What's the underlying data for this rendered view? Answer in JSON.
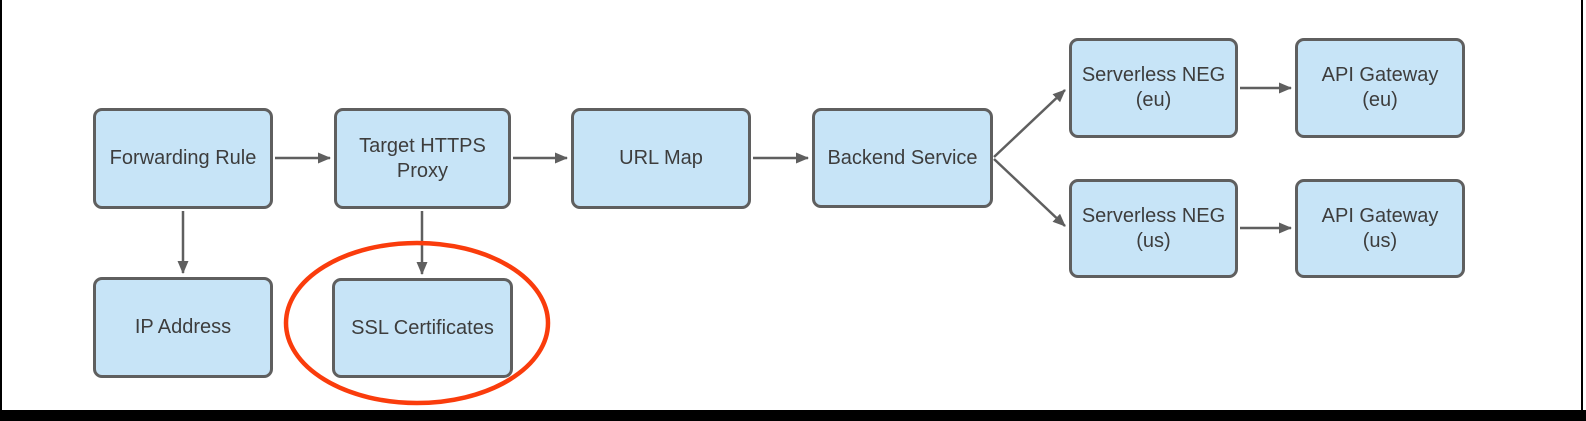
{
  "colors": {
    "node_fill": "#c7e4f7",
    "node_border": "#5f5f5f",
    "connector": "#5f5f5f",
    "text": "#3d3d3d",
    "highlight": "#fa3c0c",
    "frame": "#000000"
  },
  "diagram": {
    "nodes": [
      {
        "id": "forwarding-rule",
        "lines": [
          "Forwarding Rule"
        ]
      },
      {
        "id": "target-https-proxy",
        "lines": [
          "Target HTTPS",
          "Proxy"
        ]
      },
      {
        "id": "url-map",
        "lines": [
          "URL Map"
        ]
      },
      {
        "id": "backend-service",
        "lines": [
          "Backend Service"
        ]
      },
      {
        "id": "serverless-neg-eu",
        "lines": [
          "Serverless NEG",
          "(eu)"
        ]
      },
      {
        "id": "api-gateway-eu",
        "lines": [
          "API Gateway",
          "(eu)"
        ]
      },
      {
        "id": "serverless-neg-us",
        "lines": [
          "Serverless NEG",
          "(us)"
        ]
      },
      {
        "id": "api-gateway-us",
        "lines": [
          "API Gateway",
          "(us)"
        ]
      },
      {
        "id": "ip-address",
        "lines": [
          "IP Address"
        ]
      },
      {
        "id": "ssl-certificates",
        "lines": [
          "SSL Certificates"
        ]
      }
    ],
    "edges": [
      {
        "from": "forwarding-rule",
        "to": "target-https-proxy"
      },
      {
        "from": "target-https-proxy",
        "to": "url-map"
      },
      {
        "from": "url-map",
        "to": "backend-service"
      },
      {
        "from": "backend-service",
        "to": "serverless-neg-eu"
      },
      {
        "from": "backend-service",
        "to": "serverless-neg-us"
      },
      {
        "from": "serverless-neg-eu",
        "to": "api-gateway-eu"
      },
      {
        "from": "serverless-neg-us",
        "to": "api-gateway-us"
      },
      {
        "from": "forwarding-rule",
        "to": "ip-address"
      },
      {
        "from": "target-https-proxy",
        "to": "ssl-certificates"
      }
    ],
    "highlight": {
      "shape": "ellipse",
      "around": "ssl-certificates"
    }
  }
}
